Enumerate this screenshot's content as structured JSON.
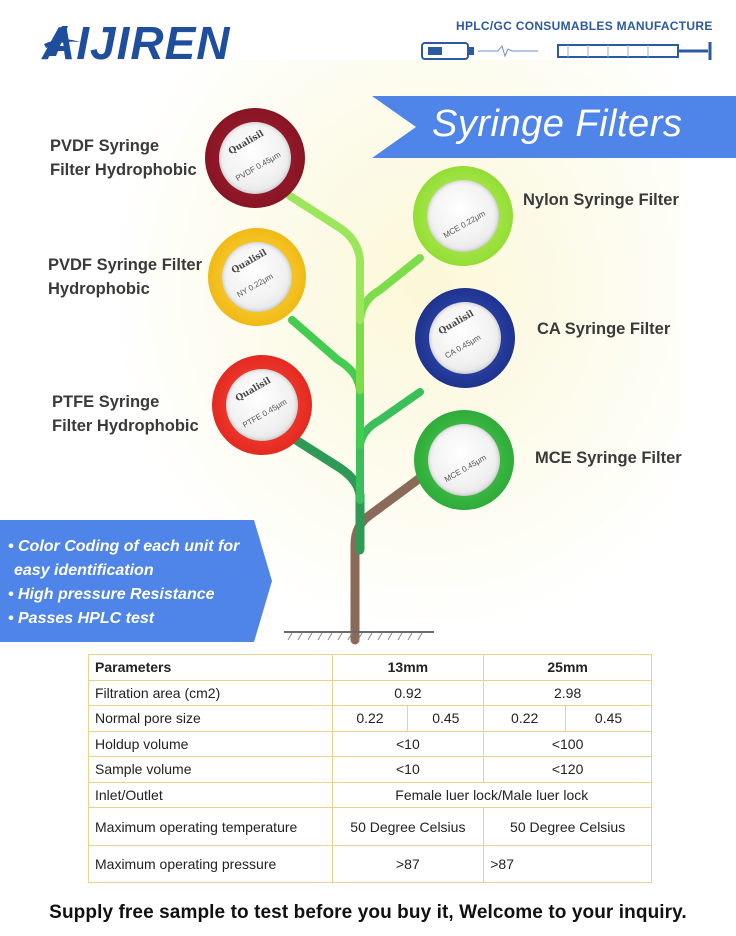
{
  "header": {
    "logo_text": "AIJIREN",
    "tagline": "HPLC/GC CONSUMABLES MANUFACTURE"
  },
  "banner": {
    "title": "Syringe Filters"
  },
  "filters": [
    {
      "label_line1": "PVDF Syringe",
      "label_line2": "Filter Hydrophobic",
      "brand": "Qualisil",
      "spec": "PVDF 0.45μm",
      "ring_color": "#8a1424"
    },
    {
      "label_line1": "PVDF Syringe Filter",
      "label_line2": "Hydrophobic",
      "brand": "Qualisil",
      "spec": "NY 0.22μm",
      "ring_color": "#f3c300"
    },
    {
      "label_line1": "PTFE Syringe",
      "label_line2": "Filter Hydrophobic",
      "brand": "Qualisil",
      "spec": "PTFE 0.45μm",
      "ring_color": "#e12a24"
    },
    {
      "label_line1": "Nylon Syringe Filter",
      "label_line2": "",
      "brand": "",
      "spec": "MCE 0.22μm",
      "ring_color": "#8fe32a"
    },
    {
      "label_line1": "CA Syringe Filter",
      "label_line2": "",
      "brand": "Qualisil",
      "spec": "CA 0.45μm",
      "ring_color": "#1d2f93"
    },
    {
      "label_line1": "MCE Syringe Filter",
      "label_line2": "",
      "brand": "",
      "spec": "MCE 0.45μm",
      "ring_color": "#2fae3a"
    }
  ],
  "features": {
    "item1_line1": "Color Coding of each unit for",
    "item1_line2": "easy identification",
    "item2": "High pressure Resistance",
    "item3": "Passes HPLC test"
  },
  "table": {
    "head": {
      "param": "Parameters",
      "c13": "13mm",
      "c25": "25mm"
    },
    "rows": {
      "area": {
        "label": "Filtration area (cm2)",
        "v13": "0.92",
        "v25": "2.98"
      },
      "pore": {
        "label": "Normal pore size",
        "a": "0.22",
        "b": "0.45",
        "c": "0.22",
        "d": "0.45"
      },
      "holdup": {
        "label": "Holdup volume",
        "v13": "<10",
        "v25": "<100"
      },
      "sample": {
        "label": "Sample volume",
        "v13": "<10",
        "v25": "<120"
      },
      "inlet": {
        "label": "Inlet/Outlet",
        "value": "Female luer lock/Male luer lock"
      },
      "temp": {
        "label": "Maximum operating temperature",
        "v13": "50 Degree Celsius",
        "v25": "50 Degree Celsius"
      },
      "pressure": {
        "label": "Maximum operating pressure",
        "v13": ">87",
        "v25": ">87"
      }
    }
  },
  "footer": {
    "text": "Supply free sample to test before  you buy it, Welcome to your inquiry."
  },
  "colors": {
    "brand_blue": "#1f4f9c",
    "banner_blue": "#4f84e8",
    "table_border": "#e7d48a"
  }
}
